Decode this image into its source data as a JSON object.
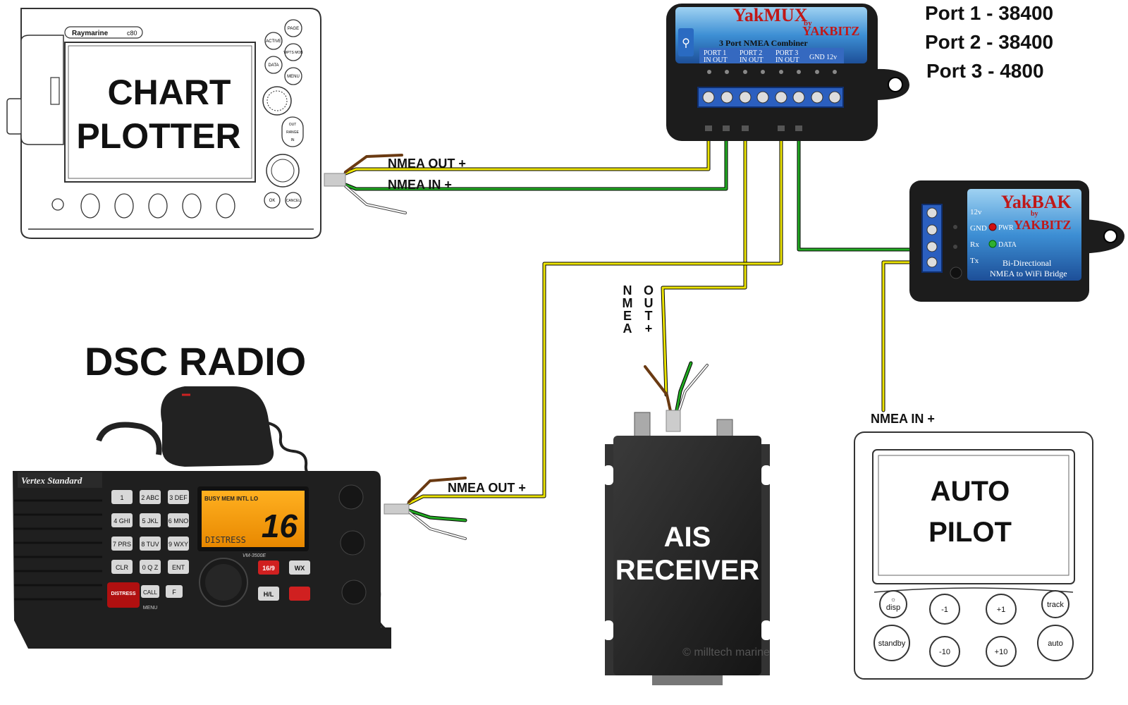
{
  "ports": {
    "port1": "Port 1 - 38400",
    "port2": "Port 2 - 38400",
    "port3": "Port 3 - 4800"
  },
  "chart_plotter": {
    "label_line1": "CHART",
    "label_line2": "PLOTTER",
    "brand": "Raymarine",
    "model": "c80",
    "buttons": [
      "PAGE",
      "ACTIVE",
      "WPTS MOB",
      "DATA",
      "MENU",
      "OUT",
      "RANGE",
      "IN",
      "OK",
      "CANCEL"
    ]
  },
  "yakmux": {
    "title": "YakMUX",
    "by": "by",
    "maker": "YAKBITZ",
    "subtitle": "3 Port NMEA Combiner",
    "terminals": [
      {
        "top": "PORT 1",
        "bottom": "IN  OUT"
      },
      {
        "top": "PORT 2",
        "bottom": "IN  OUT"
      },
      {
        "top": "PORT 3",
        "bottom": "IN  OUT"
      },
      {
        "top": "GND 12v",
        "bottom": ""
      }
    ]
  },
  "yakbak": {
    "title": "YakBAK",
    "by": "by",
    "maker": "YAKBITZ",
    "pins": [
      "12v",
      "GND",
      "Rx",
      "Tx"
    ],
    "leds": [
      "PWR",
      "DATA"
    ],
    "desc1": "Bi-Directional",
    "desc2": "NMEA to WiFi Bridge"
  },
  "radio": {
    "label": "DSC RADIO",
    "brand": "Vertex Standard",
    "model": "VM-3500E",
    "lcd_top": "BUSY MEM  INTL  LO",
    "lcd_main": "16",
    "lcd_sub": "DISTRESS",
    "keys": [
      "1",
      "2 ABC",
      "3 DEF",
      "4 GHI",
      "5 JKL",
      "6 MNO",
      "7 PRS",
      "8 TUV",
      "9 WXY",
      "CLR",
      "0 Q Z",
      "ENT"
    ],
    "side_keys": [
      "16/9",
      "WX",
      "H/L",
      "CALL",
      "F"
    ],
    "distress_btn": "DISTRESS",
    "menu": "MENU"
  },
  "ais": {
    "label_line1": "AIS",
    "label_line2": "RECEIVER",
    "watermark": "© milltech marine"
  },
  "autopilot": {
    "label_line1": "AUTO",
    "label_line2": "PILOT",
    "buttons": [
      "disp",
      "-1",
      "+1",
      "track",
      "standby",
      "-10",
      "+10",
      "auto"
    ]
  },
  "wire_labels": {
    "plotter_out": "NMEA OUT +",
    "plotter_in": "NMEA IN +",
    "radio_out": "NMEA OUT +",
    "ais_out_left": [
      "N",
      "M",
      "E",
      "A"
    ],
    "ais_out_right": [
      "O",
      "U",
      "T",
      "+"
    ],
    "autopilot_in": "NMEA IN +"
  },
  "colors": {
    "yellow": "#e8e000",
    "green": "#22aa22",
    "brown": "#7a4a1e",
    "device_black": "#1c1c1c",
    "label_blue": "#1e60c8"
  }
}
